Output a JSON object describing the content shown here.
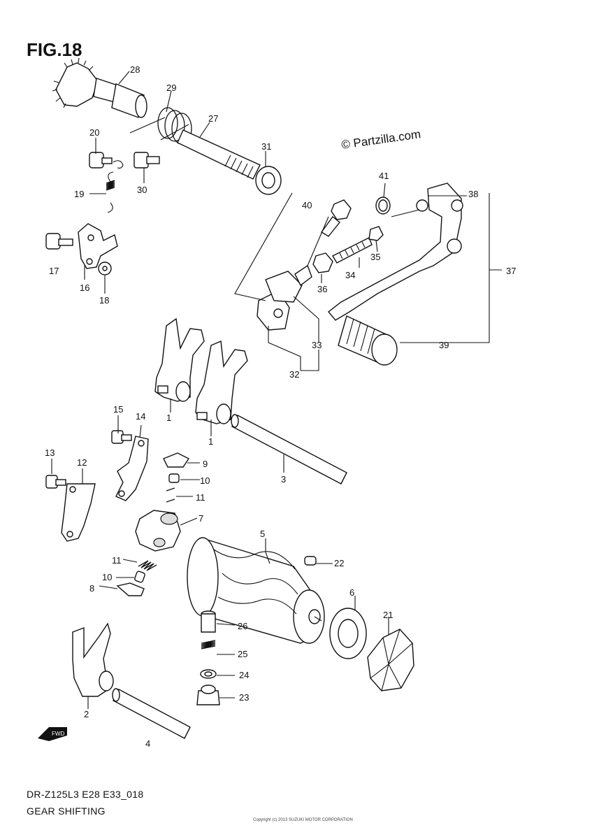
{
  "figure": {
    "title": "FIG.18",
    "watermark": "© Partzilla.com",
    "model_code": "DR-Z125L3 E28 E33_018",
    "section_name": "GEAR SHIFTING",
    "copyright": "Copyright (c) 2013 SUZUKI MOTOR CORPORATION",
    "fwd_label": "FWD"
  },
  "callouts": {
    "c1a": "1",
    "c1b": "1",
    "c2": "2",
    "c3": "3",
    "c4": "4",
    "c5": "5",
    "c6": "6",
    "c7": "7",
    "c8": "8",
    "c9": "9",
    "c10a": "10",
    "c10b": "10",
    "c11a": "11",
    "c11b": "11",
    "c12": "12",
    "c13": "13",
    "c14": "14",
    "c15": "15",
    "c16": "16",
    "c17": "17",
    "c18": "18",
    "c19": "19",
    "c20": "20",
    "c21": "21",
    "c22": "22",
    "c23": "23",
    "c24": "24",
    "c25": "25",
    "c26": "26",
    "c27": "27",
    "c28": "28",
    "c29": "29",
    "c30": "30",
    "c31": "31",
    "c32": "32",
    "c33": "33",
    "c34": "34",
    "c35": "35",
    "c36": "36",
    "c37": "37",
    "c38": "38",
    "c39": "39",
    "c40": "40",
    "c41": "41"
  }
}
